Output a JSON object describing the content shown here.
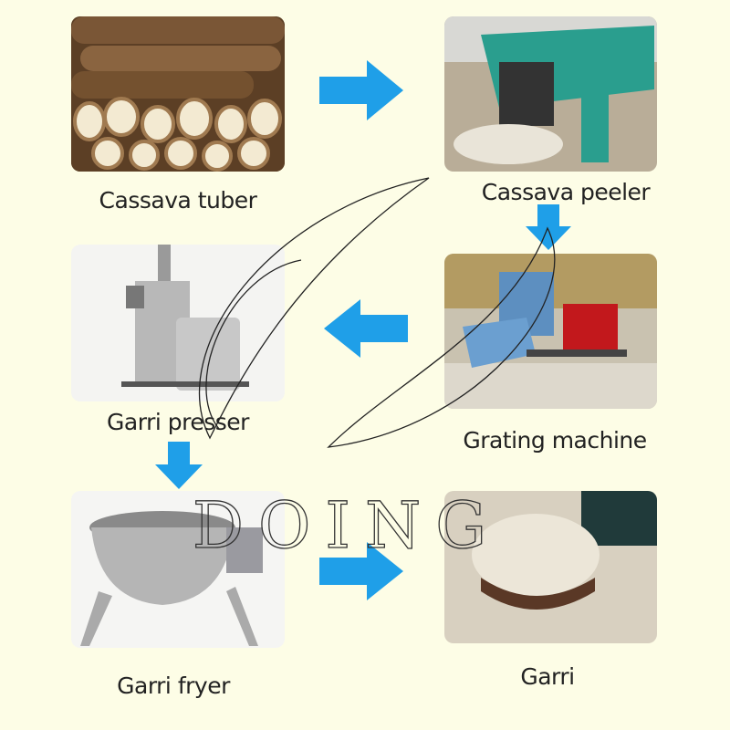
{
  "steps": [
    {
      "label": "Cassava tuber"
    },
    {
      "label": "Cassava peeler"
    },
    {
      "label": "Grating machine"
    },
    {
      "label": "Garri presser"
    },
    {
      "label": "Garri fryer"
    },
    {
      "label": "Garri"
    }
  ],
  "watermark": "DOING",
  "colors": {
    "arrow": "#1f9fe8",
    "background": "#fdfde6"
  }
}
